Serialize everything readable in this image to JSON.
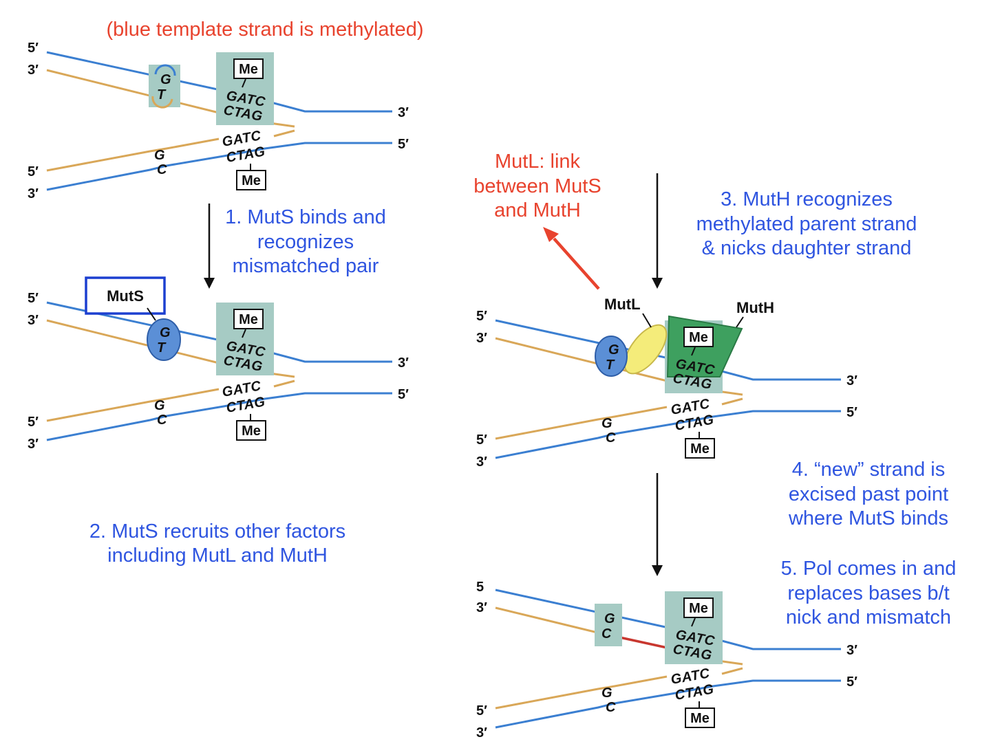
{
  "colors": {
    "template_strand": "#3b7fd1",
    "daughter_strand": "#d9a758",
    "caption_red": "#e8432e",
    "caption_blue": "#2f55e0",
    "highlight_box": "#a6cbc4",
    "muts": "#5b8fd6",
    "mutl": "#f4ec7a",
    "muth": "#3ea05f",
    "repair_segment": "#c8372f"
  },
  "captions": {
    "top": "(blue template strand is methylated)",
    "step1": [
      "1. MutS binds and",
      "recognizes",
      "mismatched pair"
    ],
    "step2": [
      "2. MutS recruits other factors",
      "including MutL and MutH"
    ],
    "mutl_note": [
      "MutL: link",
      "between MutS",
      "and MutH"
    ],
    "step3": [
      "3. MutH recognizes",
      "methylated parent strand",
      "& nicks daughter strand"
    ],
    "step4": [
      "4. “new” strand is",
      "excised past point",
      "where MutS binds"
    ],
    "step5": [
      "5. Pol comes in and",
      "replaces bases b/t",
      "nick and mismatch"
    ]
  },
  "labels": {
    "five_prime": "5′",
    "three_prime": "3′",
    "five_plain": "5",
    "methyl": "Me",
    "seq_top": "GATC",
    "seq_bottom": "CTAG",
    "base_g": "G",
    "base_t": "T",
    "base_c": "C",
    "muts": "MutS",
    "mutl": "MutL",
    "muth": "MutH"
  }
}
